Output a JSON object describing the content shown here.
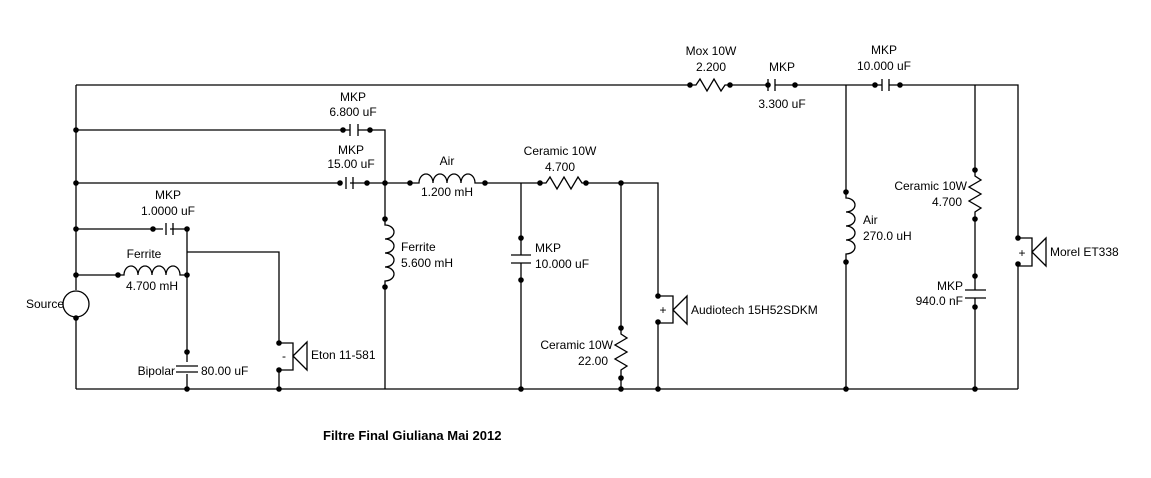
{
  "title": "Filtre Final Giuliana Mai 2012",
  "source": {
    "label": "Source"
  },
  "components": {
    "c_top1": {
      "type": "MKP",
      "value": "6.800 uF"
    },
    "c_top2": {
      "type": "MKP",
      "value": "15.00 uF"
    },
    "c_low1": {
      "type": "MKP",
      "value": "1.0000 uF"
    },
    "l_ferrite1": {
      "type": "Ferrite",
      "value": "4.700 mH"
    },
    "c_bipolar": {
      "type": "Bipolar",
      "value": "80.00 uF"
    },
    "l_air1": {
      "type": "Air",
      "value": "1.200 mH"
    },
    "l_ferrite2": {
      "type": "Ferrite",
      "value": "5.600 mH"
    },
    "r_ceramic1": {
      "type": "Ceramic 10W",
      "value": "4.700"
    },
    "c_mid": {
      "type": "MKP",
      "value": "10.000 uF"
    },
    "r_ceramic2": {
      "type": "Ceramic 10W",
      "value": "22.00"
    },
    "r_mox": {
      "type": "Mox 10W",
      "value": "2.200"
    },
    "c_hi1": {
      "type": "MKP",
      "value": "3.300 uF"
    },
    "c_hi2": {
      "type": "MKP",
      "value": "10.000 uF"
    },
    "l_air2": {
      "type": "Air",
      "value": "270.0 uH"
    },
    "r_ceramic3": {
      "type": "Ceramic 10W",
      "value": "4.700"
    },
    "c_hi3": {
      "type": "MKP",
      "value": "940.0 nF"
    }
  },
  "speakers": {
    "woofer": {
      "label": "Eton 11-581",
      "polarity": "-"
    },
    "mid": {
      "label": "Audiotech 15H52SDKM",
      "polarity": "+"
    },
    "tweeter": {
      "label": "Morel ET338",
      "polarity": "+"
    }
  }
}
